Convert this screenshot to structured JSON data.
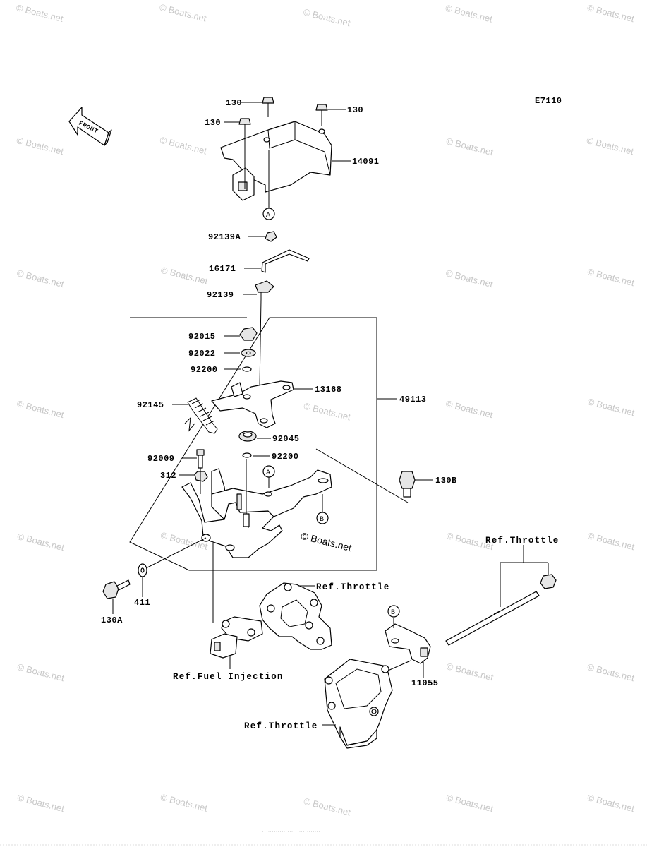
{
  "diagram_code": "E7110",
  "front_label": "FRONT",
  "watermark": "© Boats.net",
  "copyright_inline": "© Boats.net",
  "ref_marks": {
    "a": "A",
    "b": "B"
  },
  "parts": {
    "p130_1": "130",
    "p130_2": "130",
    "p130_3": "130",
    "p14091": "14091",
    "p92139a": "92139A",
    "p16171": "16171",
    "p92139": "92139",
    "p92015": "92015",
    "p92022": "92022",
    "p92200_1": "92200",
    "p13168": "13168",
    "p49113": "49113",
    "p92145": "92145",
    "p92045": "92045",
    "p92009": "92009",
    "p92200_2": "92200",
    "p312": "312",
    "p130b": "130B",
    "p411": "411",
    "p130a": "130A",
    "p11055": "11055"
  },
  "refs": {
    "throttle_top": "Ref.Throttle",
    "throttle_mid": "Ref.Throttle",
    "throttle_bottom": "Ref.Throttle",
    "fuel_injection": "Ref.Fuel Injection"
  }
}
